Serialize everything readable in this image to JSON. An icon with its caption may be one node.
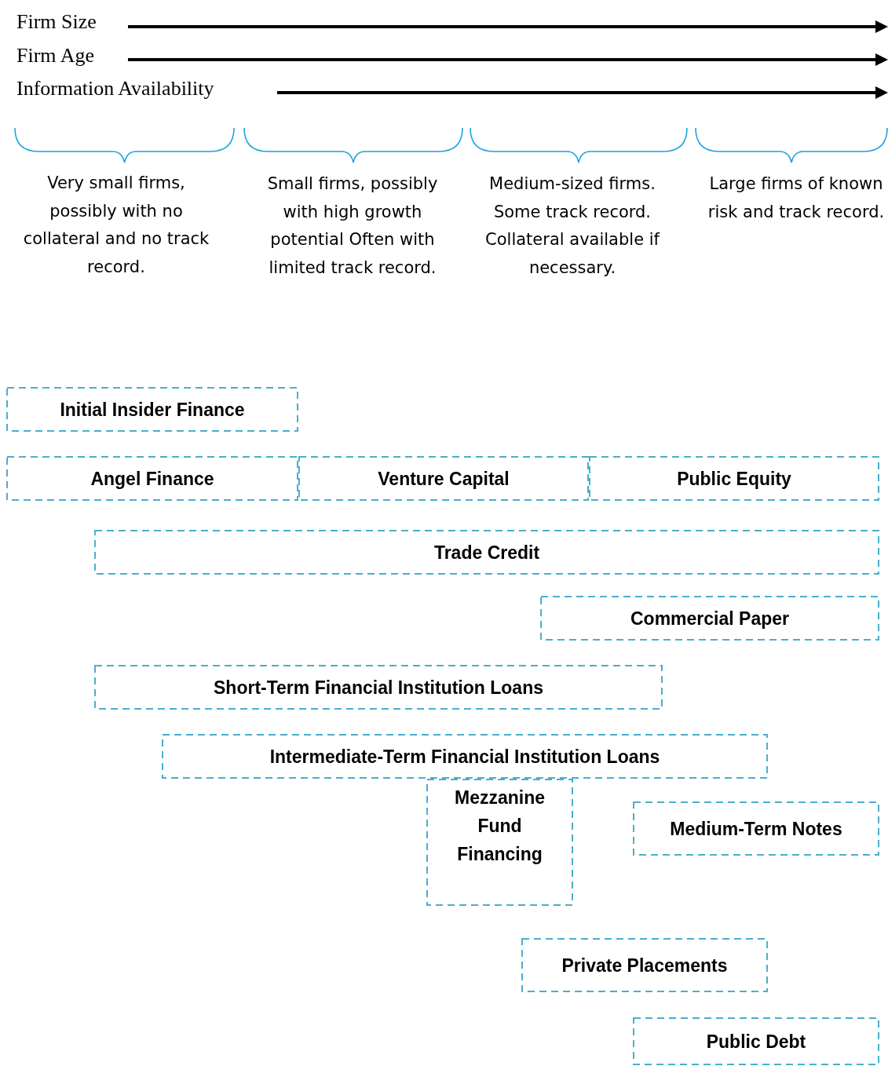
{
  "diagram": {
    "nodes": [
      {
        "text": [
          "Initial Insider Finance"
        ]
      },
      {
        "text": [
          "Angel Finance"
        ]
      },
      {
        "text": [
          "Venture Capital"
        ]
      },
      {
        "text": [
          "Public Equity"
        ]
      },
      {
        "text": [
          "Trade Credit"
        ]
      },
      {
        "text": [
          "Commercial Paper"
        ]
      },
      {
        "text": [
          "Short-Term Financial Institution Loans"
        ]
      },
      {
        "text": [
          "Intermediate-Term Financial Institution Loans"
        ]
      },
      {
        "text": [
          "Mezzanine Fund Financing"
        ]
      },
      {
        "text": [
          "Medium-Term Notes"
        ]
      },
      {
        "text": [
          "Private Placements"
        ]
      },
      {
        "text": [
          "Public Debt"
        ]
      }
    ],
    "labels": [
      "Firm Size",
      "Firm Age",
      "Information Availability",
      "Very small firms, possibly with no collateral and no track record.",
      "Small firms, possibly with high growth potential Often with limited track record.",
      "Medium-sized firms. Some track record. Collateral available if necessary.",
      "Large firms of known risk and track record."
    ]
  }
}
